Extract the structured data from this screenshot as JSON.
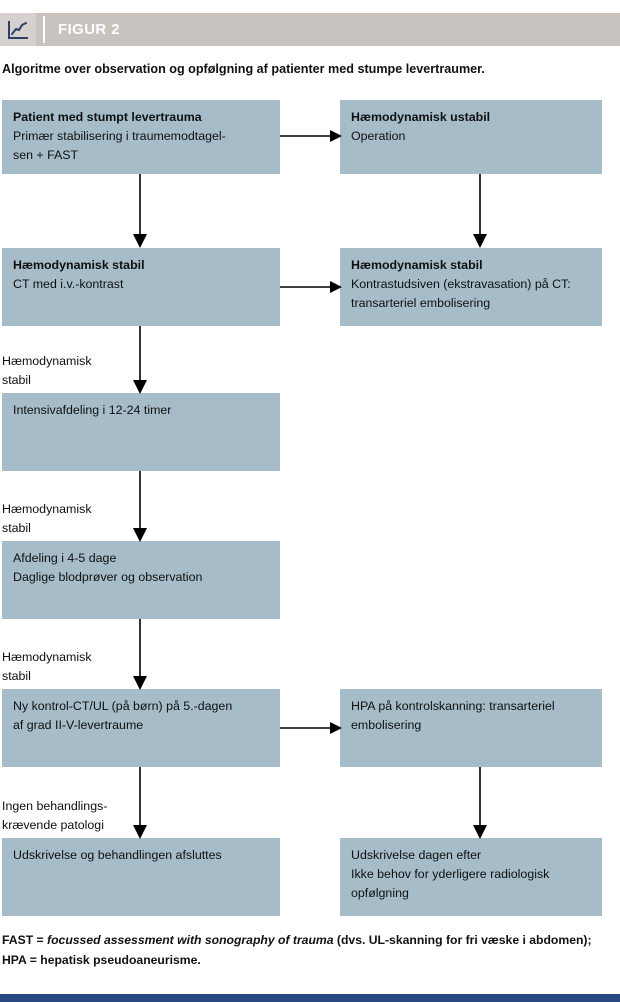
{
  "header": {
    "icon": "line-chart-icon",
    "title": "FIGUR 2"
  },
  "caption": "Algoritme over observation og opfølgning af patienter med stumpe levertraumer.",
  "colors": {
    "node_fill": "#a6bdc9",
    "header_bar": "#c9c3c0",
    "header_icon_box": "#d6d1ce",
    "bottom_bar": "#26477f",
    "text": "#111111",
    "connector": "#000000"
  },
  "nodes": {
    "patient": {
      "title": "Patient med stumpt levertrauma",
      "line1": "Primær stabilisering i traumemodtagel-",
      "line2": "sen + FAST"
    },
    "unstable": {
      "title": "Hæmodynamisk ustabil",
      "line1": "Operation"
    },
    "stable_ct": {
      "title": "Hæmodynamisk stabil",
      "line1": "CT med i.v.-kontrast"
    },
    "stable_extravasation": {
      "title": "Hæmodynamisk stabil",
      "line1": "Kontrastudsiven (ekstravasation) på CT:",
      "line2": "transarteriel embolisering"
    },
    "icu": {
      "line1": "Intensivafdeling i 12-24 timer"
    },
    "ward": {
      "line1": "Afdeling i 4-5 dage",
      "line2": "Daglige blodprøver og observation"
    },
    "control_ct": {
      "line1": "Ny kontrol-CT/UL (på børn) på 5.-dagen",
      "line2": "af grad II-V-levertraume"
    },
    "hpa": {
      "line1": "HPA på kontrolskanning: transarteriel",
      "line2": "embolisering"
    },
    "discharge_left": {
      "line1": "Udskrivelse og behandlingen afsluttes"
    },
    "discharge_right": {
      "line1": "Udskrivelse dagen efter",
      "line2": "Ikke behov for yderligere radiologisk",
      "line3": "opfølgning"
    }
  },
  "edge_labels": {
    "stable_1": "Hæmodynamisk\nstabil",
    "stable_2": "Hæmodynamisk\nstabil",
    "stable_3": "Hæmodynamisk\nstabil",
    "no_pathology": "Ingen behandlings-\nkrævende patologi"
  },
  "footnote": {
    "part1": "FAST = ",
    "italic": "focussed assessment with sonography of trauma",
    "part2": " (dvs. UL-skanning for fri væske i abdomen); HPA = hepatisk pseudoaneurisme."
  }
}
